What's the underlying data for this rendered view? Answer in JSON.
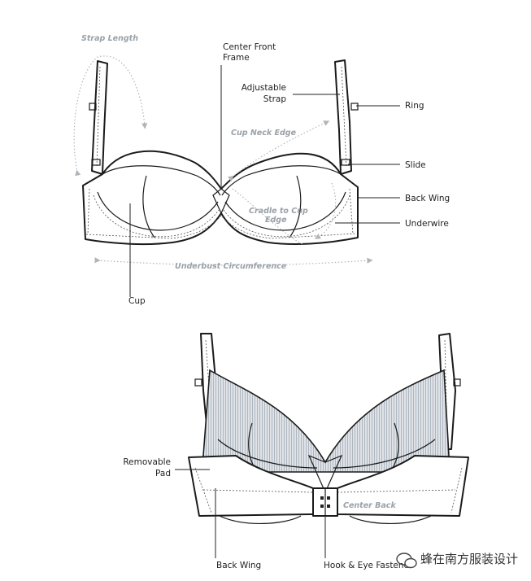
{
  "labels": {
    "strap_length": "Strap Length",
    "center_front_frame_1": "Center Front",
    "center_front_frame_2": "Frame",
    "adjustable_strap_1": "Adjustable",
    "adjustable_strap_2": "Strap",
    "ring": "Ring",
    "cup_neck_edge": "Cup Neck Edge",
    "slide": "Slide",
    "back_wing_top": "Back Wing",
    "cradle_1": "Cradle to Cup",
    "cradle_2": "Edge",
    "underwire": "Underwire",
    "underbust": "Underbust Circumference",
    "cup": "Cup",
    "removable_pad_1": "Removable",
    "removable_pad_2": "Pad",
    "center_back": "Center Back",
    "back_wing_bottom": "Back Wing",
    "hook_eye": "Hook & Eye Fastener"
  },
  "watermark": "蜂在南方服装设计"
}
